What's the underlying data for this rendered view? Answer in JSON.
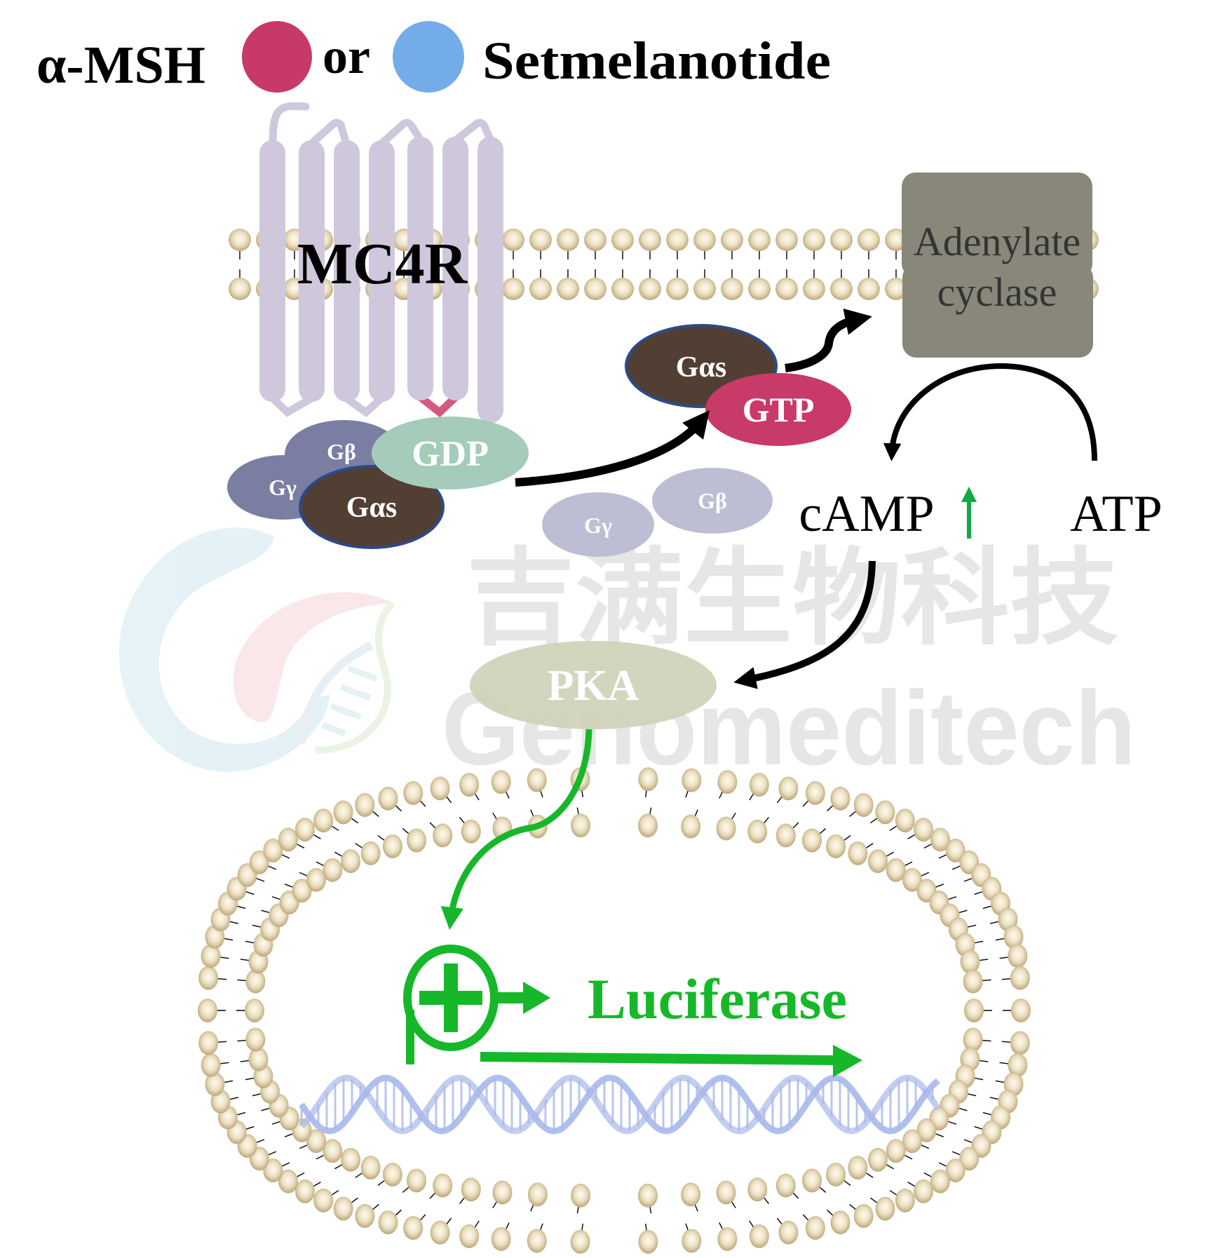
{
  "title": {
    "ligand1": "α-MSH",
    "connector": "or",
    "ligand2": "Setmelanotide",
    "ligand1_color": "#c73a67",
    "ligand2_color": "#74acea"
  },
  "receptor": {
    "label": "MC4R",
    "color": "#cfc8dc",
    "loop_active_color": "#d25a7c"
  },
  "membrane": {
    "head_color": "#c9b78e",
    "head_highlight": "#fdf9ec"
  },
  "g_protein_bound": {
    "gamma": "Gγ",
    "beta": "Gβ",
    "alpha": "Gαs",
    "nucleotide": "GDP",
    "gamma_beta_color": "#7b7ea3",
    "alpha_color": "#523f33",
    "alpha_border": "#2b4a8a",
    "gdp_color": "#a5cbba"
  },
  "g_protein_active": {
    "alpha": "Gαs",
    "nucleotide": "GTP",
    "gtp_color": "#c83a68"
  },
  "g_protein_free": {
    "gamma": "Gγ",
    "beta": "Gβ",
    "color": "#bdbed3"
  },
  "effector": {
    "label_line1": "Adenylate",
    "label_line2": "cyclase",
    "color": "#88877a",
    "text_color": "#333333"
  },
  "second_messenger": {
    "product": "cAMP",
    "substrate": "ATP",
    "increase_indicator": "↑",
    "increase_color": "#12a84a"
  },
  "kinase": {
    "label": "PKA",
    "color": "#cfd1b9"
  },
  "reporter": {
    "label": "Luciferase",
    "color": "#16b82a",
    "dna_color": "#a8b8ea"
  },
  "watermark": {
    "chinese": "吉满生物科技",
    "english": "Genomeditech"
  }
}
